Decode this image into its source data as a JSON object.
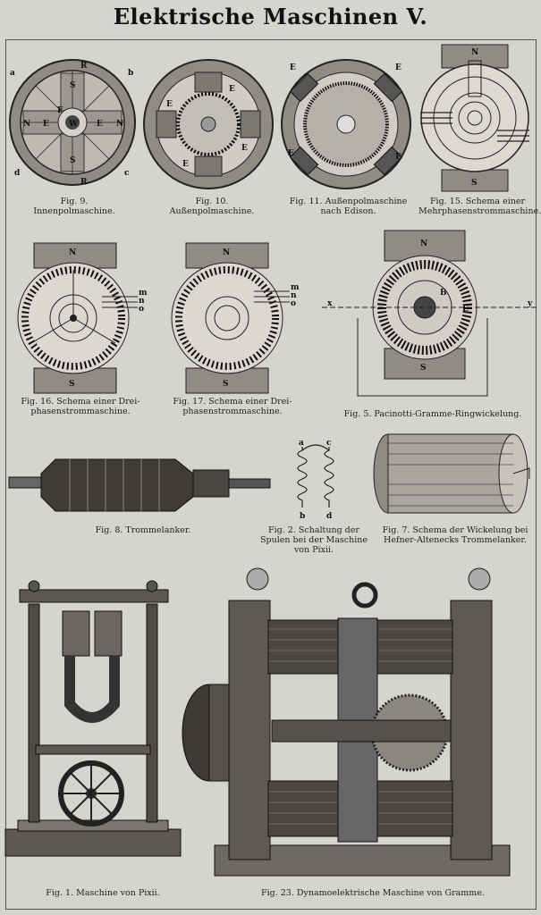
{
  "title": "Elektrische Maschinen V.",
  "captions": {
    "fig9": "Fig. 9.\nInnenpolmaschine.",
    "fig10": "Fig. 10.\nAußenpolmaschine.",
    "fig11": "Fig. 11. Außenpolmaschine\nnach Edison.",
    "fig15": "Fig. 15. Schema einer\nMehrphasenstrommaschine.",
    "fig16": "Fig. 16. Schema einer Drei-\nphasenstrommaschine.",
    "fig17": "Fig. 17. Schema einer Drei-\nphasenstrommaschine.",
    "fig5": "Fig. 5. Pacinotti-Gramme-Ringwickelung.",
    "fig8": "Fig. 8. Trommelanker.",
    "fig2": "Fig. 2. Schaltung der\nSpulen bei der Maschine\nvon Pixii.",
    "fig7": "Fig. 7. Schema der Wickelung bei\nHefner-Altenecks Trommelanker.",
    "fig1": "Fig. 1. Maschine von Pixii.",
    "fig23": "Fig. 23. Dynamoelektrische Maschine von Gramme."
  },
  "labels": {
    "N": "N",
    "S": "S",
    "E": "E",
    "R": "R",
    "F": "F",
    "W": "W",
    "a": "a",
    "b": "b",
    "c": "c",
    "d": "d",
    "m": "m",
    "n": "n",
    "o": "o",
    "x": "x",
    "y": "y",
    "B": "B"
  }
}
